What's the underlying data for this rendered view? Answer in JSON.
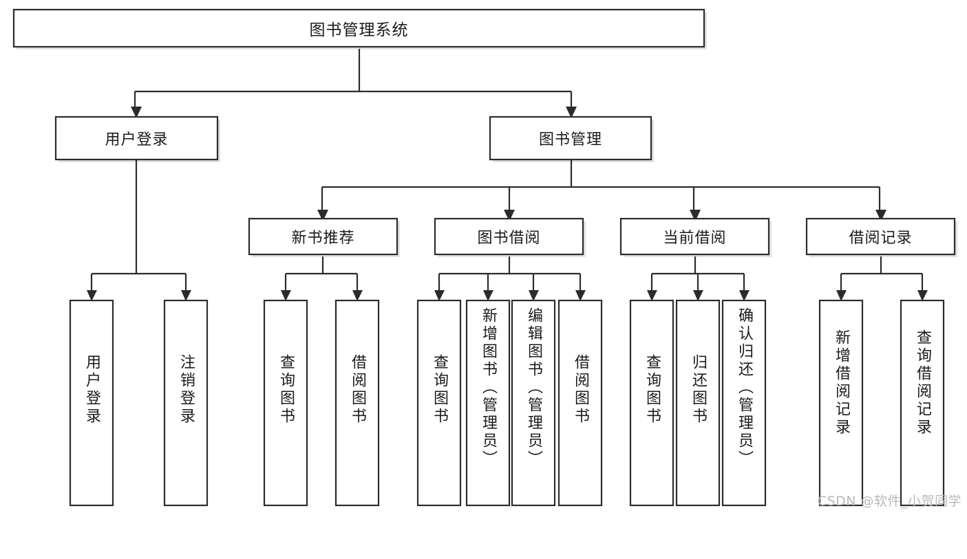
{
  "diagram": {
    "type": "tree",
    "title": "图书管理系统",
    "watermark": "CSDN @软件_小贺同学",
    "colors": {
      "background": "#ffffff",
      "stroke": "#2b2b2b",
      "text": "#1b1b1b",
      "shadow": "#c9c9c9",
      "watermark": "#b9b9b9"
    },
    "levels": {
      "root": "图书管理系统",
      "level2": [
        "用户登录",
        "图书管理"
      ],
      "level3": [
        "新书推荐",
        "图书借阅",
        "当前借阅",
        "借阅记录"
      ]
    },
    "nodes": {
      "root": {
        "label": "图书管理系统"
      },
      "user_login": {
        "label": "用户登录"
      },
      "book_manage": {
        "label": "图书管理"
      },
      "new_book_rec": {
        "label": "新书推荐"
      },
      "book_borrow": {
        "label": "图书借阅"
      },
      "current_borrow": {
        "label": "当前借阅"
      },
      "borrow_record": {
        "label": "借阅记录"
      }
    },
    "leaves": {
      "user_login": [
        {
          "label": "用户登录"
        },
        {
          "label": "注销登录"
        }
      ],
      "new_book_rec": [
        {
          "label": "查询图书"
        },
        {
          "label": "借阅图书"
        }
      ],
      "book_borrow": [
        {
          "label": "查询图书"
        },
        {
          "label": "新增图书（管理员）"
        },
        {
          "label": "编辑图书（管理员）"
        },
        {
          "label": "借阅图书"
        }
      ],
      "current_borrow": [
        {
          "label": "查询图书"
        },
        {
          "label": "归还图书"
        },
        {
          "label": "确认归还（管理员）"
        }
      ],
      "borrow_record": [
        {
          "label": "新增借阅记录"
        },
        {
          "label": "查询借阅记录"
        }
      ]
    },
    "edges": [
      {
        "from": "图书管理系统",
        "to": "用户登录"
      },
      {
        "from": "图书管理系统",
        "to": "图书管理"
      },
      {
        "from": "图书管理",
        "to": "新书推荐"
      },
      {
        "from": "图书管理",
        "to": "图书借阅"
      },
      {
        "from": "图书管理",
        "to": "当前借阅"
      },
      {
        "from": "图书管理",
        "to": "借阅记录"
      },
      {
        "from": "用户登录",
        "to": "用户登录"
      },
      {
        "from": "用户登录",
        "to": "注销登录"
      },
      {
        "from": "新书推荐",
        "to": "查询图书"
      },
      {
        "from": "新书推荐",
        "to": "借阅图书"
      },
      {
        "from": "图书借阅",
        "to": "查询图书"
      },
      {
        "from": "图书借阅",
        "to": "新增图书（管理员）"
      },
      {
        "from": "图书借阅",
        "to": "编辑图书（管理员）"
      },
      {
        "from": "图书借阅",
        "to": "借阅图书"
      },
      {
        "from": "当前借阅",
        "to": "查询图书"
      },
      {
        "from": "当前借阅",
        "to": "归还图书"
      },
      {
        "from": "当前借阅",
        "to": "确认归还（管理员）"
      },
      {
        "from": "借阅记录",
        "to": "新增借阅记录"
      },
      {
        "from": "借阅记录",
        "to": "查询借阅记录"
      }
    ]
  }
}
